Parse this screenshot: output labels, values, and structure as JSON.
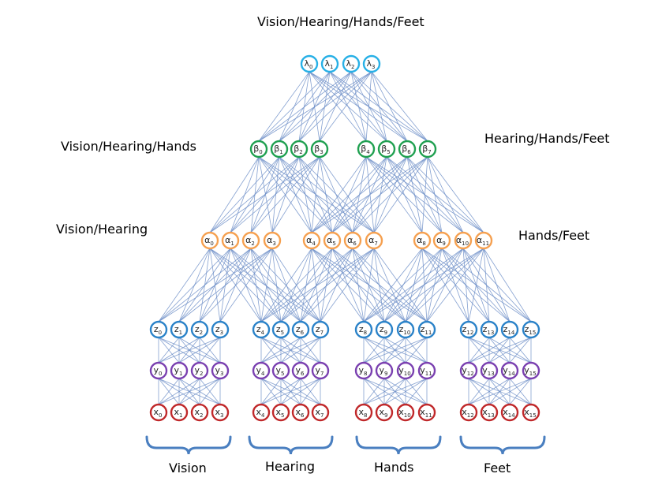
{
  "labels": {
    "top": "Vision/Hearing/Hands/Feet",
    "vhh": "Vision/Hearing/Hands",
    "hhf": "Hearing/Hands/Feet",
    "vh": "Vision/Hearing",
    "hf": "Hands/Feet",
    "vision": "Vision",
    "hearing": "Hearing",
    "hands": "Hands",
    "feet": "Feet"
  },
  "colors": {
    "lambda": "#27b0e6",
    "beta": "#1fa050",
    "alpha": "#f5a050",
    "z": "#2a82c8",
    "y": "#7a40b0",
    "x": "#c0282a",
    "edge": "#6f8fc8",
    "brace": "#4a7fc0"
  },
  "layers": {
    "lambda": {
      "letter": "λ",
      "subs": [
        "0",
        "1",
        "2",
        "3"
      ]
    },
    "beta": {
      "letter": "β",
      "subs": [
        "0",
        "1",
        "2",
        "3",
        "4",
        "5",
        "6",
        "7"
      ]
    },
    "alpha": {
      "letter": "α",
      "subs": [
        "0",
        "1",
        "2",
        "3",
        "4",
        "5",
        "6",
        "7",
        "8",
        "9",
        "10",
        "11"
      ]
    },
    "z": {
      "letter": "z",
      "subs": [
        "0",
        "1",
        "2",
        "3",
        "4",
        "5",
        "6",
        "7",
        "8",
        "9",
        "10",
        "11",
        "12",
        "13",
        "14",
        "15"
      ]
    },
    "y": {
      "letter": "y",
      "subs": [
        "0",
        "1",
        "2",
        "3",
        "4",
        "5",
        "6",
        "7",
        "8",
        "9",
        "10",
        "11",
        "12",
        "13",
        "14",
        "15"
      ]
    },
    "x": {
      "letter": "x",
      "subs": [
        "0",
        "1",
        "2",
        "3",
        "4",
        "5",
        "6",
        "7",
        "8",
        "9",
        "10",
        "11",
        "12",
        "13",
        "14",
        "15"
      ]
    }
  }
}
